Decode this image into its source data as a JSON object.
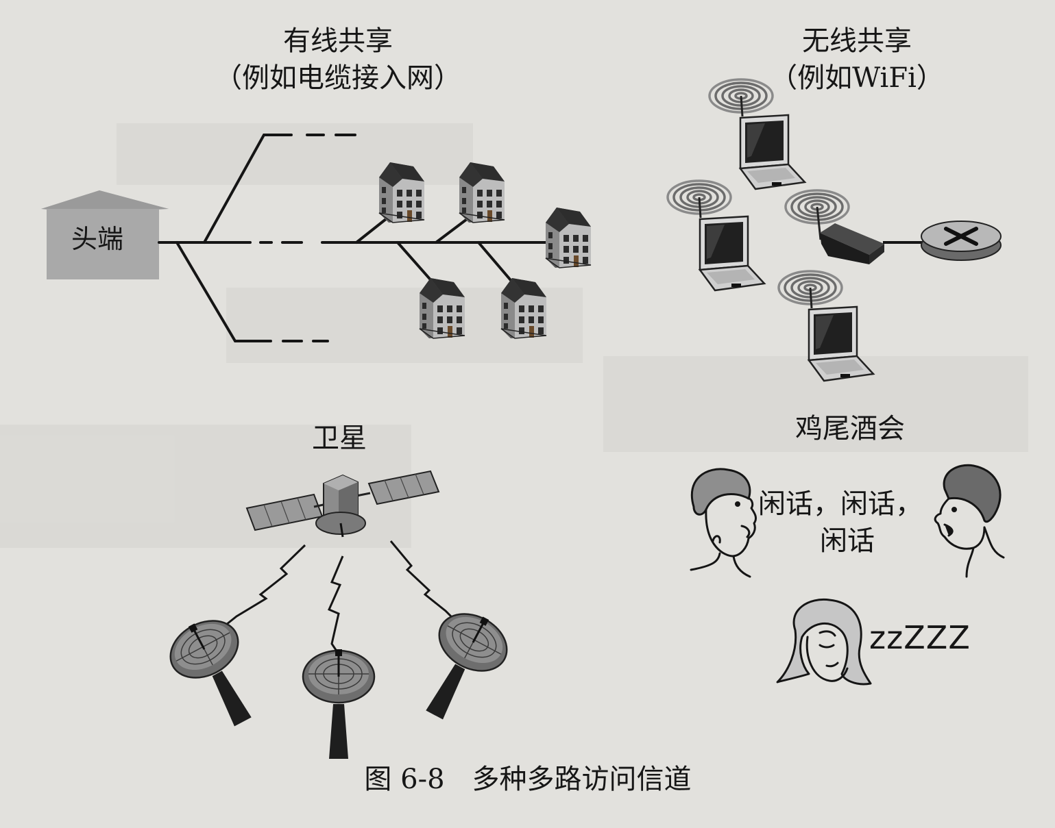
{
  "wired": {
    "title": "有线共享",
    "subtitle": "（例如电缆接入网）",
    "headend_label": "头端"
  },
  "wireless": {
    "title": "无线共享",
    "subtitle": "（例如WiFi）"
  },
  "satellite": {
    "title": "卫星"
  },
  "party": {
    "title": "鸡尾酒会",
    "speech_line1": "闲话，闲话，",
    "speech_line2": "闲话",
    "sleep_text": "zzZZZ"
  },
  "caption": "图 6-8　多种多路访问信道",
  "colors": {
    "paper": "#e2e1dd",
    "headend_fill": "#a9a9a9",
    "ink": "#161616"
  }
}
